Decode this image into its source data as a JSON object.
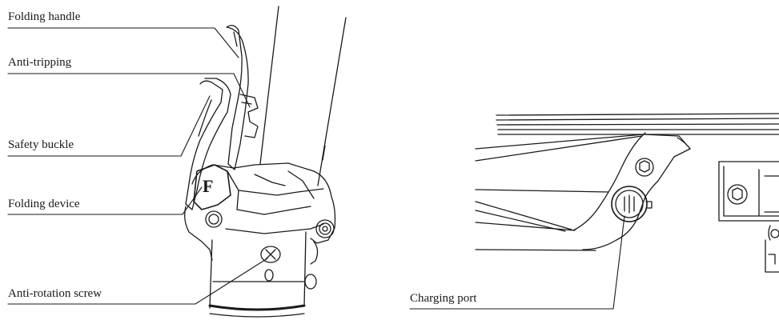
{
  "labels": {
    "folding_handle": "Folding handle",
    "anti_tripping": "Anti-tripping",
    "safety_buckle": "Safety buckle",
    "folding_device": "Folding device",
    "anti_rotation_screw": "Anti-rotation screw",
    "charging_port": "Charging port"
  },
  "marking_letter": "F",
  "colors": {
    "line": "#1a1a1a",
    "background": "#ffffff"
  }
}
